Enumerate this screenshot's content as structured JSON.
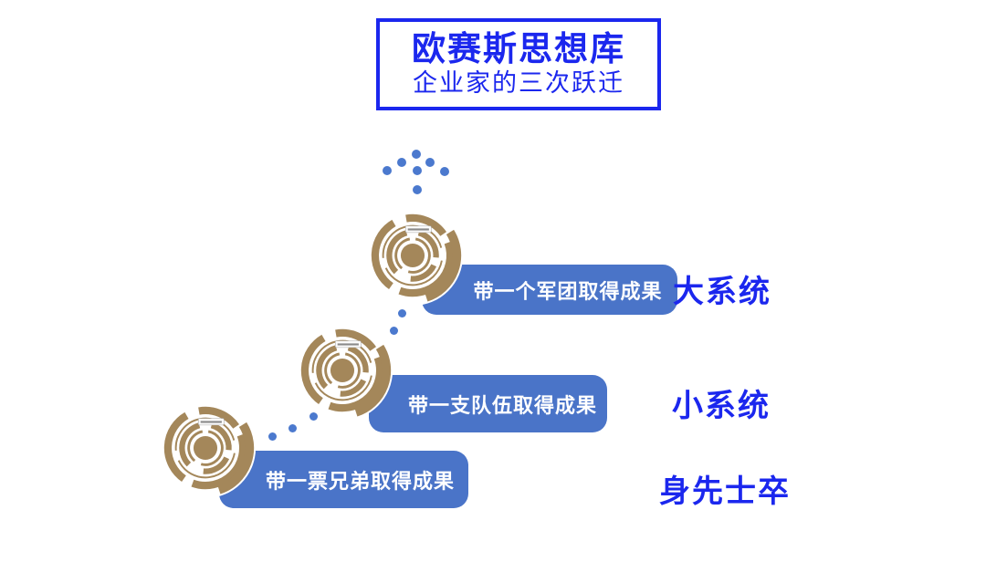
{
  "slide": {
    "title_box": {
      "title": "欧赛斯思想库",
      "subtitle": "企业家的三次跃迁"
    },
    "steps": [
      {
        "label": "带一个军团取得成果",
        "caption": "大系统"
      },
      {
        "label": "带一支队伍取得成果",
        "caption": "小系统"
      },
      {
        "label": "带一票兄弟取得成果",
        "caption": "身先士卒"
      }
    ],
    "icons": {
      "step_icon": "concentric-maze-circle",
      "ascent_icon": "dotted-up-arrow"
    },
    "colors": {
      "accent_blue": "#1B27EE",
      "label_blue": "#4A74C8",
      "dot_blue": "#4B79CE",
      "ring_gold": "#A4875A",
      "background": "#FFFFFF"
    }
  }
}
